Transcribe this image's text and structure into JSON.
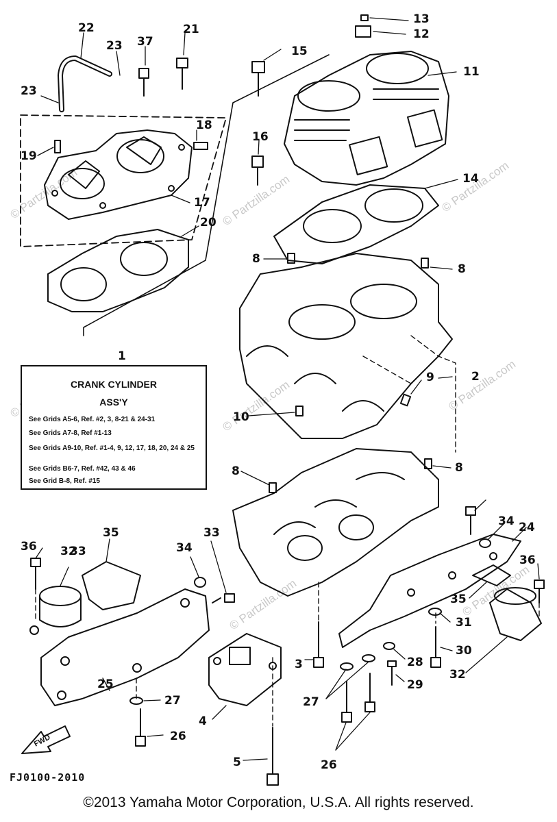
{
  "diagram_code": "FJ0100-2010",
  "copyright": "©2013 Yamaha Motor Corporation, U.S.A. All rights reserved.",
  "watermark": "© Partzilla.com",
  "info_box": {
    "title": "CRANK CYLINDER",
    "subtitle": "ASS'Y",
    "lines": [
      "See Grids A5-6, Ref. #2, 3, 8-21 & 24-31",
      "See Grids A7-8, Ref #1-13",
      "See Grids A9-10, Ref. #1-4, 9, 12, 17, 18, 20, 24 & 25",
      "See Grids B6-7, Ref. #42, 43 & 46",
      "See Grid B-8, Ref. #15"
    ]
  },
  "fwd_label": "FWD",
  "callouts": [
    "1",
    "2",
    "3",
    "4",
    "5",
    "8",
    "8",
    "8",
    "8",
    "9",
    "10",
    "11",
    "12",
    "13",
    "14",
    "15",
    "16",
    "17",
    "18",
    "19",
    "20",
    "21",
    "22",
    "23",
    "23",
    "24",
    "25",
    "26",
    "26",
    "27",
    "27",
    "28",
    "29",
    "30",
    "31",
    "32",
    "32",
    "33",
    "33",
    "34",
    "34",
    "35",
    "35",
    "36",
    "36",
    "37"
  ]
}
